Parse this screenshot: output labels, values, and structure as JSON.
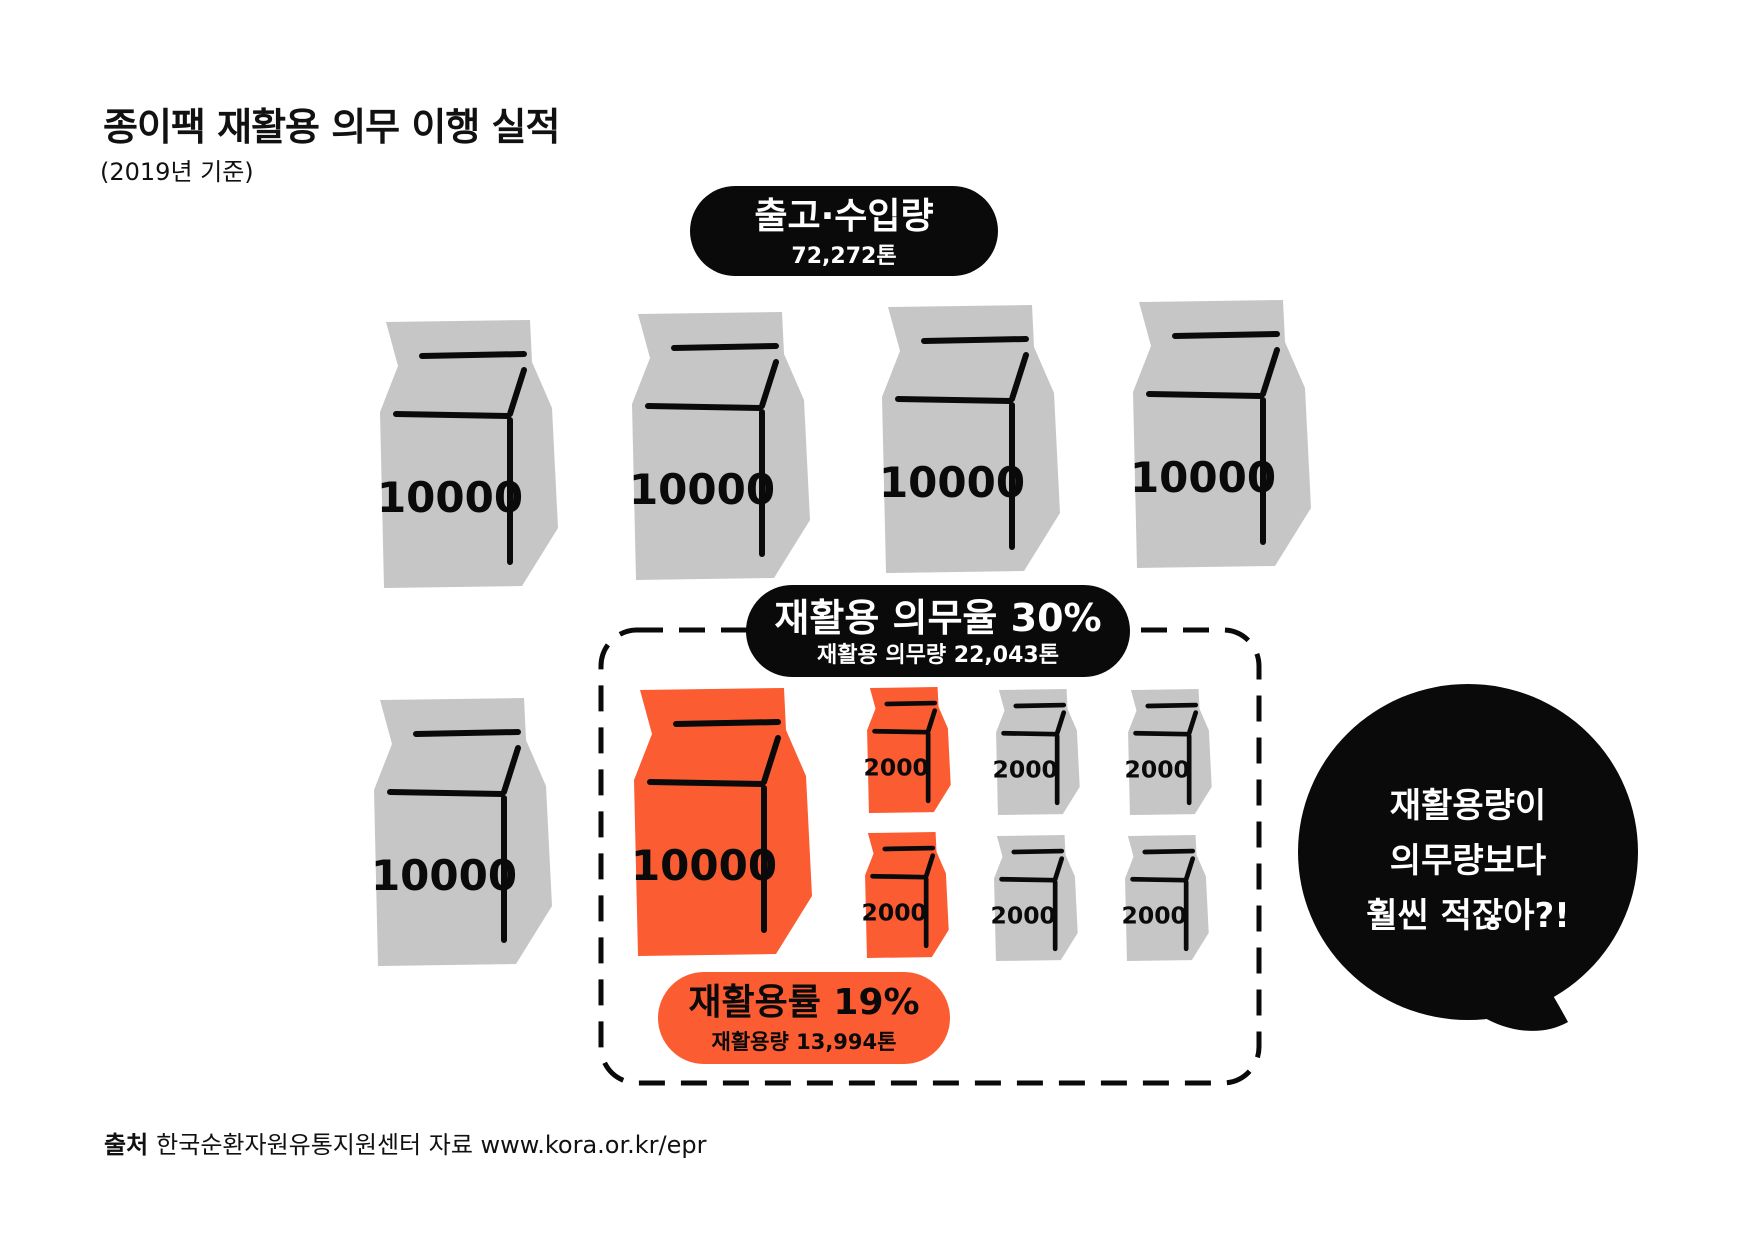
{
  "header": {
    "title": "종이팩 재활용 의무 이행 실적",
    "subtitle": "(2019년 기준)"
  },
  "colors": {
    "gray_pack": "#c6c6c6",
    "orange": "#fc5c31",
    "black": "#0a0a0a",
    "white": "#ffffff"
  },
  "chart_data": {
    "type": "pictogram",
    "title": "종이팩 재활용 의무 이행 실적",
    "subtitle": "(2019년 기준)",
    "unit": "톤",
    "total": {
      "label": "출고·수입량",
      "value": 72272,
      "value_text": "72,272톤"
    },
    "obligation": {
      "label": "재활용 의무율 30%",
      "rate": 30,
      "sub_label": "재활용 의무량 22,043톤",
      "value": 22043
    },
    "recycled": {
      "label": "재활용률 19%",
      "rate": 19,
      "sub_label": "재활용량 13,994톤",
      "value": 13994
    },
    "packs": [
      {
        "label": "10000",
        "value": 10000,
        "group": "total",
        "recycled": false
      },
      {
        "label": "10000",
        "value": 10000,
        "group": "total",
        "recycled": false
      },
      {
        "label": "10000",
        "value": 10000,
        "group": "total",
        "recycled": false
      },
      {
        "label": "10000",
        "value": 10000,
        "group": "total",
        "recycled": false
      },
      {
        "label": "10000",
        "value": 10000,
        "group": "total",
        "recycled": false
      },
      {
        "label": "10000",
        "value": 10000,
        "group": "obligation",
        "recycled": true
      },
      {
        "label": "2000",
        "value": 2000,
        "group": "obligation",
        "recycled": true
      },
      {
        "label": "2000",
        "value": 2000,
        "group": "obligation",
        "recycled": false
      },
      {
        "label": "2000",
        "value": 2000,
        "group": "obligation",
        "recycled": false
      },
      {
        "label": "2000",
        "value": 2000,
        "group": "obligation",
        "recycled": true
      },
      {
        "label": "2000",
        "value": 2000,
        "group": "obligation",
        "recycled": false
      },
      {
        "label": "2000",
        "value": 2000,
        "group": "obligation",
        "recycled": false
      }
    ],
    "callout": {
      "lines": [
        "재활용량이",
        "의무량보다",
        "훨씬 적잖아?!"
      ]
    }
  },
  "source": {
    "label": "출처",
    "text": "한국순환자원유통지원센터 자료 www.kora.or.kr/epr"
  }
}
